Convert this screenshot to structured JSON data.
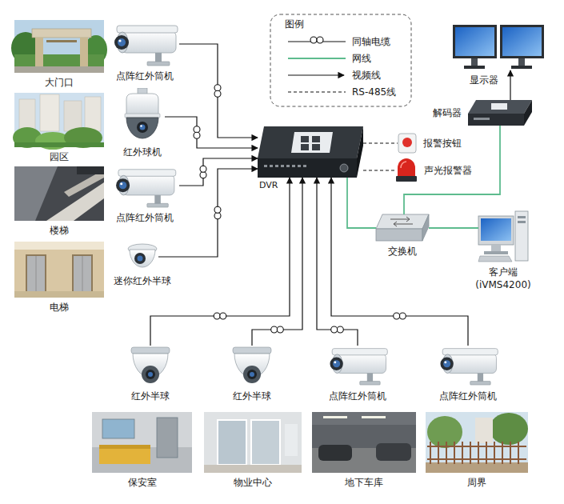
{
  "diagram": {
    "nodes": [
      {
        "text": [
          "大门口"
        ]
      },
      {
        "text": [
          "点阵红外筒机"
        ]
      },
      {
        "text": [
          "园区"
        ]
      },
      {
        "text": [
          "红外球机"
        ]
      },
      {
        "text": [
          "楼梯"
        ]
      },
      {
        "text": [
          "点阵红外筒机"
        ]
      },
      {
        "text": [
          "电梯"
        ]
      },
      {
        "text": [
          "迷你红外半球"
        ]
      },
      {
        "text": [
          "DVR"
        ]
      },
      {
        "text": [
          "显示器"
        ]
      },
      {
        "text": [
          "解码器"
        ]
      },
      {
        "text": [
          "报警按钮"
        ]
      },
      {
        "text": [
          "声光报警器"
        ]
      },
      {
        "text": [
          "交换机"
        ]
      },
      {
        "text": [
          "客户端",
          "(iVMS4200)"
        ]
      },
      {
        "text": [
          "红外半球"
        ]
      },
      {
        "text": [
          "红外半球"
        ]
      },
      {
        "text": [
          "点阵红外筒机"
        ]
      },
      {
        "text": [
          "点阵红外筒机"
        ]
      },
      {
        "text": [
          "保安室"
        ]
      },
      {
        "text": [
          "物业中心"
        ]
      },
      {
        "text": [
          "地下车库"
        ]
      },
      {
        "text": [
          "周界"
        ]
      }
    ],
    "edges": [
      {
        "from": 1,
        "to": 8,
        "arrow": "to"
      },
      {
        "from": 3,
        "to": 8,
        "arrow": "to"
      },
      {
        "from": 5,
        "to": 8,
        "arrow": "to"
      },
      {
        "from": 7,
        "to": 8,
        "arrow": "to"
      },
      {
        "from": 15,
        "to": 8,
        "arrow": "to"
      },
      {
        "from": 16,
        "to": 8,
        "arrow": "to"
      },
      {
        "from": 17,
        "to": 8,
        "arrow": "to"
      },
      {
        "from": 18,
        "to": 8,
        "arrow": "to"
      },
      {
        "from": 8,
        "to": 11,
        "arrow": "none"
      },
      {
        "from": 8,
        "to": 12,
        "arrow": "none"
      },
      {
        "from": 8,
        "to": 13,
        "arrow": "none"
      },
      {
        "from": 13,
        "to": 14,
        "arrow": "none"
      },
      {
        "from": 13,
        "to": 10,
        "arrow": "none"
      },
      {
        "from": 10,
        "to": 9,
        "arrow": "to"
      }
    ],
    "labels": [
      "图例"
    ],
    "legend": [
      {
        "text": "同轴电缆"
      },
      {
        "text": "网线"
      },
      {
        "text": "视频线"
      },
      {
        "text": "RS-485线"
      }
    ]
  }
}
